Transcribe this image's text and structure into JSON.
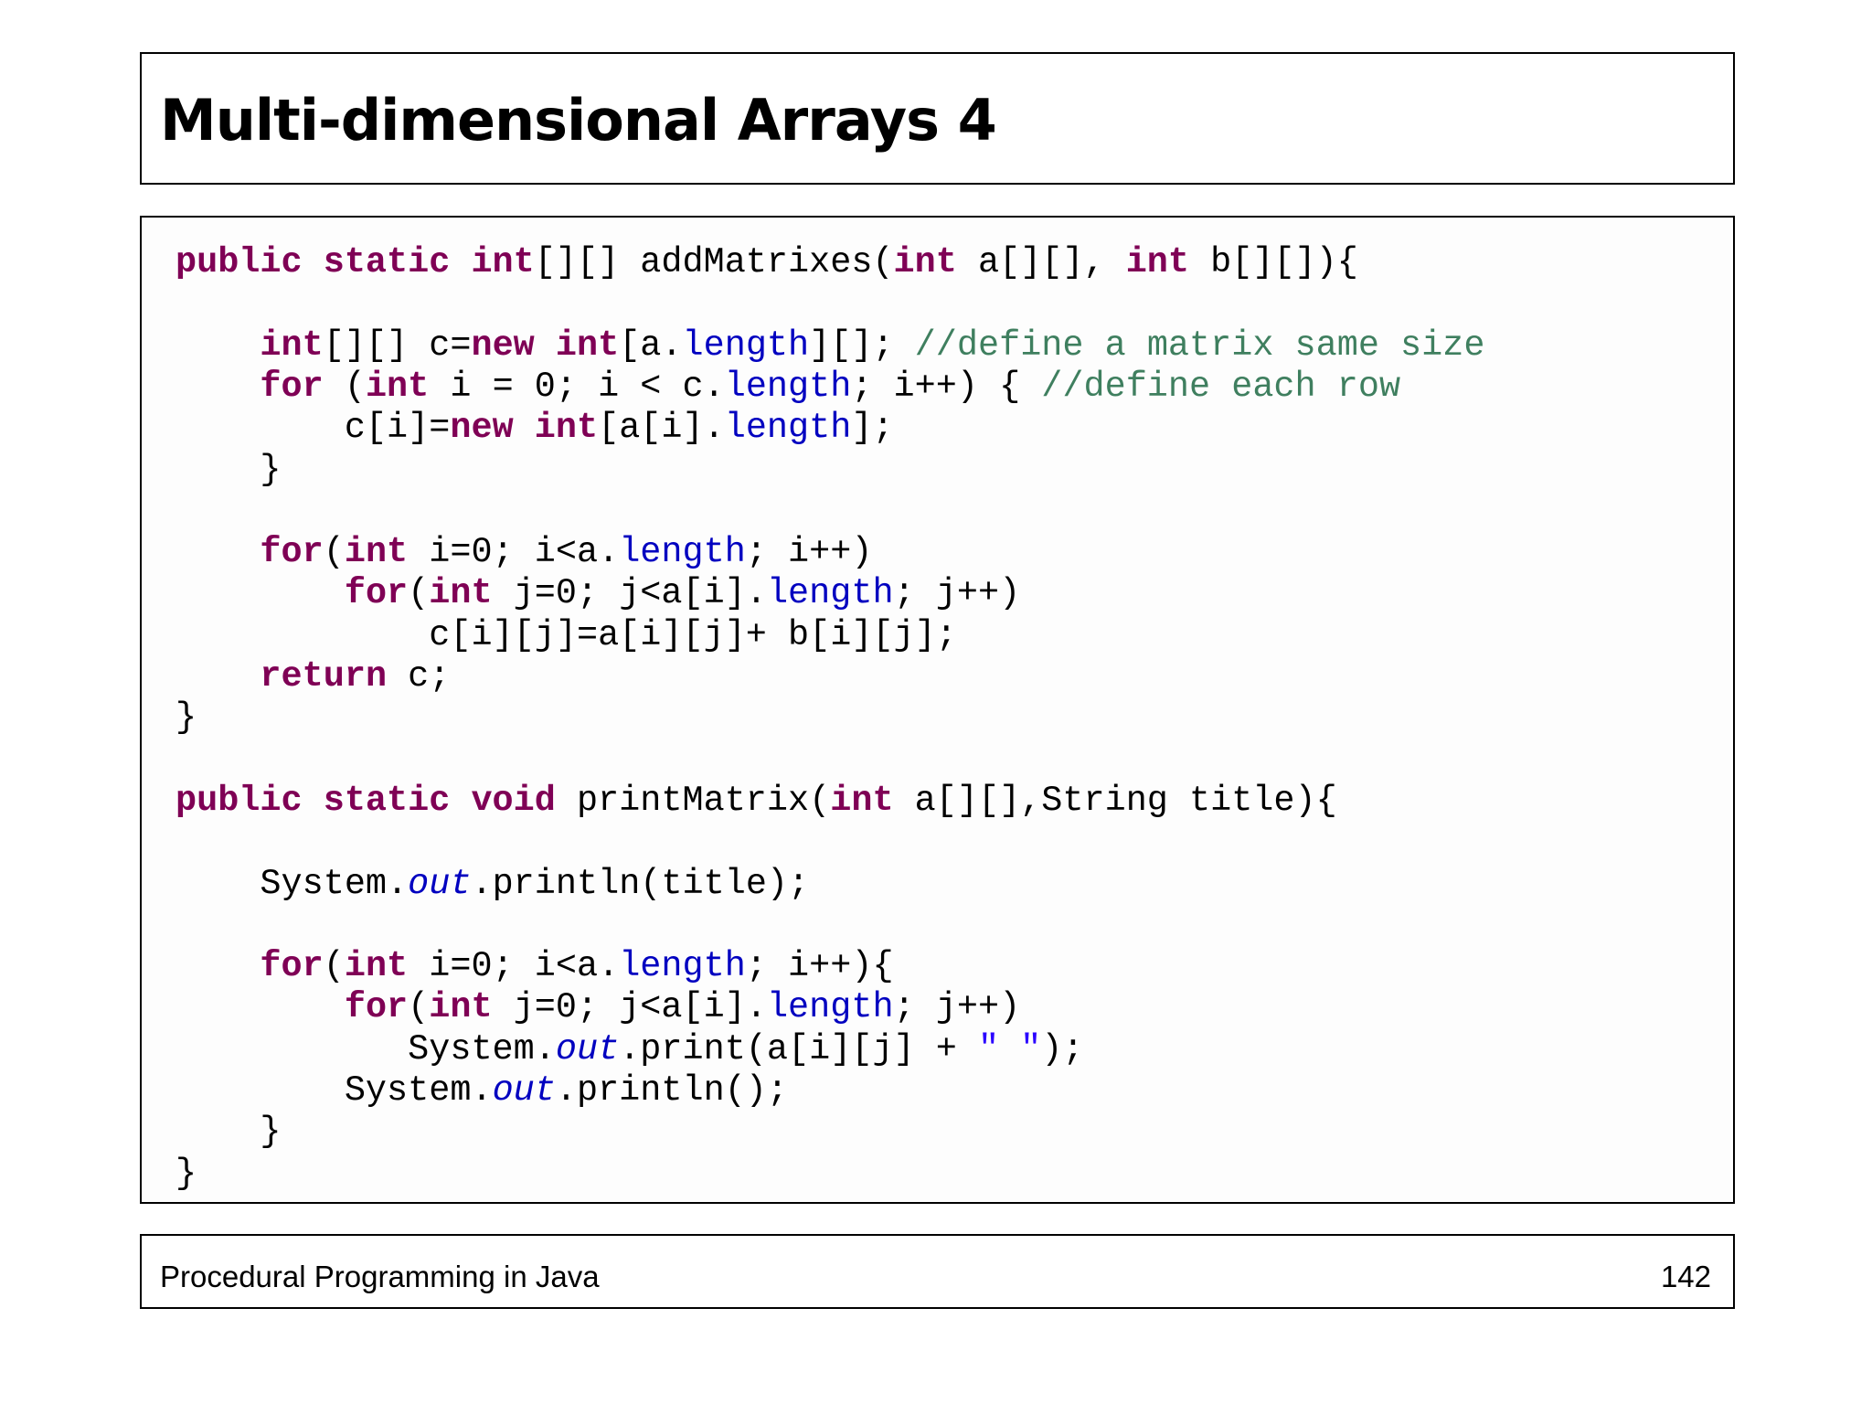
{
  "slide": {
    "title": "Multi-dimensional Arrays 4",
    "footer_text": "Procedural Programming in Java",
    "page_number": "142"
  },
  "code": {
    "language": "java",
    "lines": [
      [
        {
          "t": "public static ",
          "c": "kw"
        },
        {
          "t": "int",
          "c": "kw"
        },
        {
          "t": "[][] addMatrixes(",
          "c": ""
        },
        {
          "t": "int",
          "c": "kw"
        },
        {
          "t": " a[][], ",
          "c": ""
        },
        {
          "t": "int",
          "c": "kw"
        },
        {
          "t": " b[][]){",
          "c": ""
        }
      ],
      [],
      [
        {
          "t": "    ",
          "c": ""
        },
        {
          "t": "int",
          "c": "kw"
        },
        {
          "t": "[][] c=",
          "c": ""
        },
        {
          "t": "new",
          "c": "kw"
        },
        {
          "t": " ",
          "c": ""
        },
        {
          "t": "int",
          "c": "kw"
        },
        {
          "t": "[a.",
          "c": ""
        },
        {
          "t": "length",
          "c": "fld"
        },
        {
          "t": "][]; ",
          "c": ""
        },
        {
          "t": "//define a matrix same size",
          "c": "cmt"
        }
      ],
      [
        {
          "t": "    ",
          "c": ""
        },
        {
          "t": "for",
          "c": "kw"
        },
        {
          "t": " (",
          "c": ""
        },
        {
          "t": "int",
          "c": "kw"
        },
        {
          "t": " i = 0; i < c.",
          "c": ""
        },
        {
          "t": "length",
          "c": "fld"
        },
        {
          "t": "; i++) { ",
          "c": ""
        },
        {
          "t": "//define each row",
          "c": "cmt"
        }
      ],
      [
        {
          "t": "        c[i]=",
          "c": ""
        },
        {
          "t": "new",
          "c": "kw"
        },
        {
          "t": " ",
          "c": ""
        },
        {
          "t": "int",
          "c": "kw"
        },
        {
          "t": "[a[i].",
          "c": ""
        },
        {
          "t": "length",
          "c": "fld"
        },
        {
          "t": "];",
          "c": ""
        }
      ],
      [
        {
          "t": "    }",
          "c": ""
        }
      ],
      [],
      [
        {
          "t": "    ",
          "c": ""
        },
        {
          "t": "for",
          "c": "kw"
        },
        {
          "t": "(",
          "c": ""
        },
        {
          "t": "int",
          "c": "kw"
        },
        {
          "t": " i=0; i<a.",
          "c": ""
        },
        {
          "t": "length",
          "c": "fld"
        },
        {
          "t": "; i++)",
          "c": ""
        }
      ],
      [
        {
          "t": "        ",
          "c": ""
        },
        {
          "t": "for",
          "c": "kw"
        },
        {
          "t": "(",
          "c": ""
        },
        {
          "t": "int",
          "c": "kw"
        },
        {
          "t": " j=0; j<a[i].",
          "c": ""
        },
        {
          "t": "length",
          "c": "fld"
        },
        {
          "t": "; j++)",
          "c": ""
        }
      ],
      [
        {
          "t": "            c[i][j]=a[i][j]+ b[i][j];",
          "c": ""
        }
      ],
      [
        {
          "t": "    ",
          "c": ""
        },
        {
          "t": "return",
          "c": "kw"
        },
        {
          "t": " c;",
          "c": ""
        }
      ],
      [
        {
          "t": "}",
          "c": ""
        }
      ],
      [],
      [
        {
          "t": "public static void",
          "c": "kw"
        },
        {
          "t": " printMatrix(",
          "c": ""
        },
        {
          "t": "int",
          "c": "kw"
        },
        {
          "t": " a[][],String title){",
          "c": ""
        }
      ],
      [],
      [
        {
          "t": "    System.",
          "c": ""
        },
        {
          "t": "out",
          "c": "ital"
        },
        {
          "t": ".println(title);",
          "c": ""
        }
      ],
      [],
      [
        {
          "t": "    ",
          "c": ""
        },
        {
          "t": "for",
          "c": "kw"
        },
        {
          "t": "(",
          "c": ""
        },
        {
          "t": "int",
          "c": "kw"
        },
        {
          "t": " i=0; i<a.",
          "c": ""
        },
        {
          "t": "length",
          "c": "fld"
        },
        {
          "t": "; i++){",
          "c": ""
        }
      ],
      [
        {
          "t": "        ",
          "c": ""
        },
        {
          "t": "for",
          "c": "kw"
        },
        {
          "t": "(",
          "c": ""
        },
        {
          "t": "int",
          "c": "kw"
        },
        {
          "t": " j=0; j<a[i].",
          "c": ""
        },
        {
          "t": "length",
          "c": "fld"
        },
        {
          "t": "; j++)",
          "c": ""
        }
      ],
      [
        {
          "t": "           System.",
          "c": ""
        },
        {
          "t": "out",
          "c": "ital"
        },
        {
          "t": ".print(a[i][j] + ",
          "c": ""
        },
        {
          "t": "\" \"",
          "c": "str"
        },
        {
          "t": ");",
          "c": ""
        }
      ],
      [
        {
          "t": "        System.",
          "c": ""
        },
        {
          "t": "out",
          "c": "ital"
        },
        {
          "t": ".println();",
          "c": ""
        }
      ],
      [
        {
          "t": "    }",
          "c": ""
        }
      ],
      [
        {
          "t": "}",
          "c": ""
        }
      ]
    ]
  }
}
